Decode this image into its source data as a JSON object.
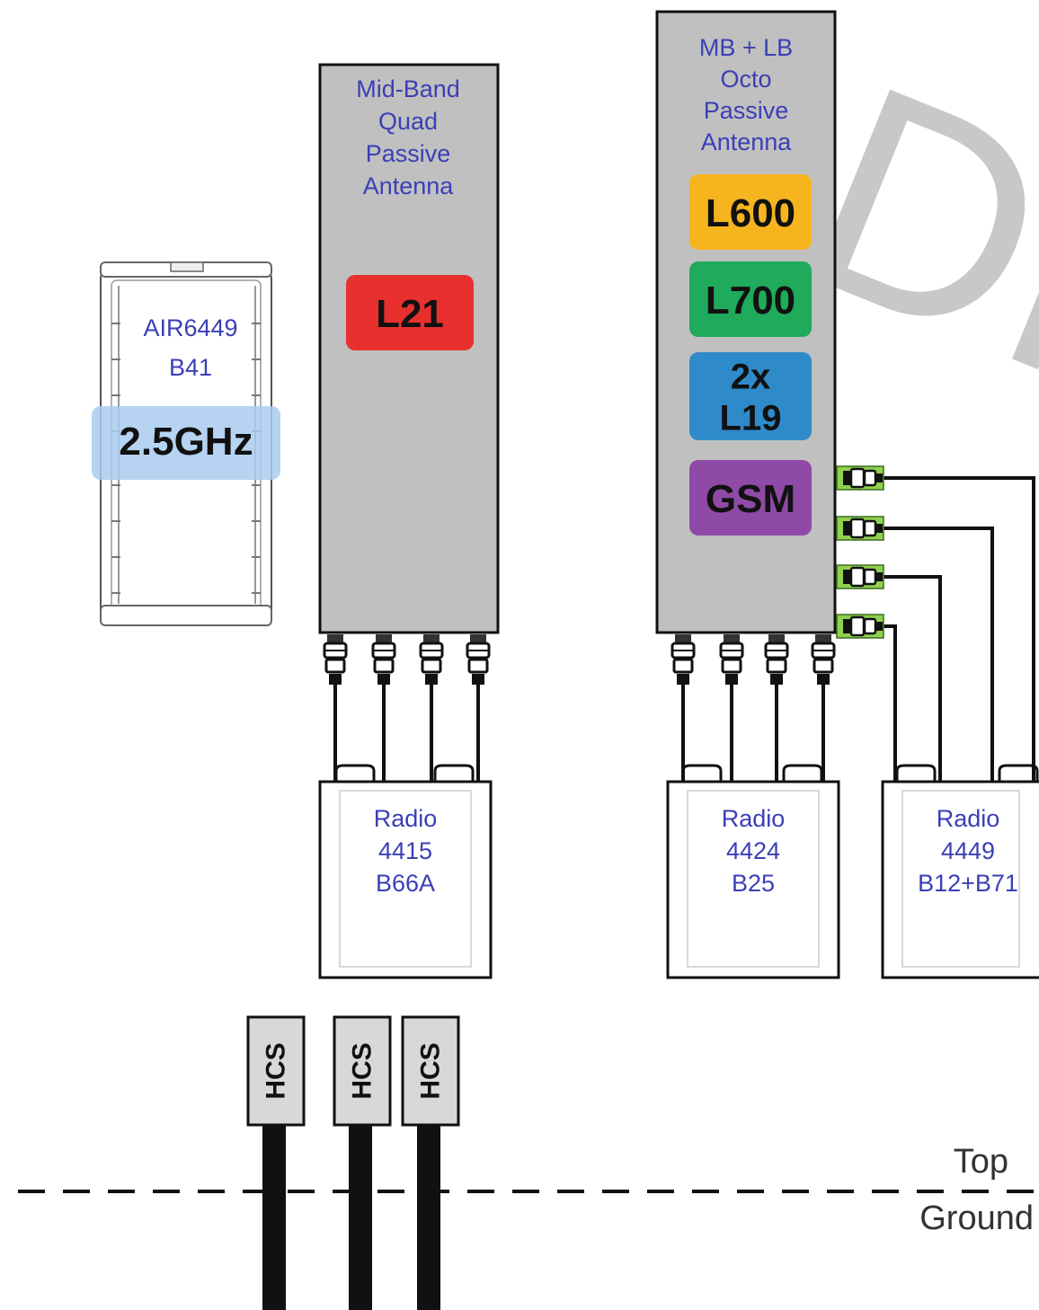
{
  "watermark": "DR",
  "air_antenna": {
    "lines": [
      "AIR6449",
      "B41"
    ],
    "band": "2.5GHz",
    "band_color": "#a9cdee"
  },
  "midband_antenna": {
    "title_lines": [
      "Mid-Band",
      "Quad",
      "Passive",
      "Antenna"
    ],
    "bands": [
      {
        "lines": [
          "L21"
        ],
        "color": "#e8302f"
      }
    ]
  },
  "octo_antenna": {
    "title_lines": [
      "MB + LB",
      "Octo",
      "Passive",
      "Antenna"
    ],
    "bands": [
      {
        "lines": [
          "L600"
        ],
        "color": "#f6b51e"
      },
      {
        "lines": [
          "L700"
        ],
        "color": "#1faa5c"
      },
      {
        "lines": [
          "2x",
          "L19"
        ],
        "color": "#2f8ac9"
      },
      {
        "lines": [
          "GSM"
        ],
        "color": "#8e4aa6"
      }
    ]
  },
  "radios": [
    {
      "lines": [
        "Radio",
        "4415",
        "B66A"
      ]
    },
    {
      "lines": [
        "Radio",
        "4424",
        "B25"
      ]
    },
    {
      "lines": [
        "Radio",
        "4449",
        "B12+B71"
      ]
    }
  ],
  "hcs": [
    "HCS",
    "HCS",
    "HCS"
  ],
  "levels": {
    "top": "Top",
    "ground": "Ground"
  },
  "colors": {
    "antenna_fill": "#c0c0c0",
    "port_green": "#8fd14f"
  }
}
